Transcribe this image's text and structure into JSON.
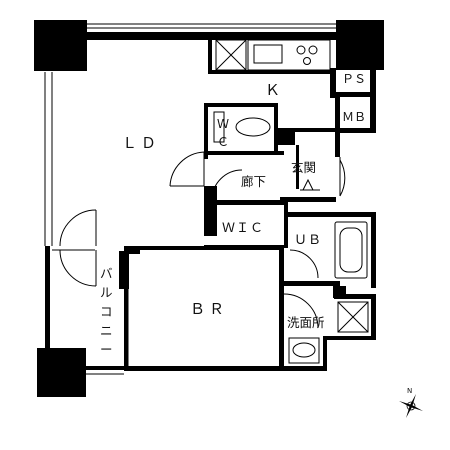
{
  "rooms": {
    "ld": "ＬＤ",
    "k": "Ｋ",
    "ps": "ＰＳ",
    "mb": "ＭＢ",
    "wc_top": "Ｗ",
    "wc_bottom": "Ｃ",
    "hallway": "廊下",
    "entrance": "玄関",
    "wic": "ＷＩＣ",
    "ub": "ＵＢ",
    "br": "ＢＲ",
    "washroom": "洗面所",
    "balcony": [
      "バ",
      "ル",
      "コ",
      "ニ",
      "ー"
    ]
  },
  "compass": {
    "north_label": "N"
  },
  "colors": {
    "wall": "#000000",
    "background": "#ffffff",
    "line": "#000000"
  }
}
